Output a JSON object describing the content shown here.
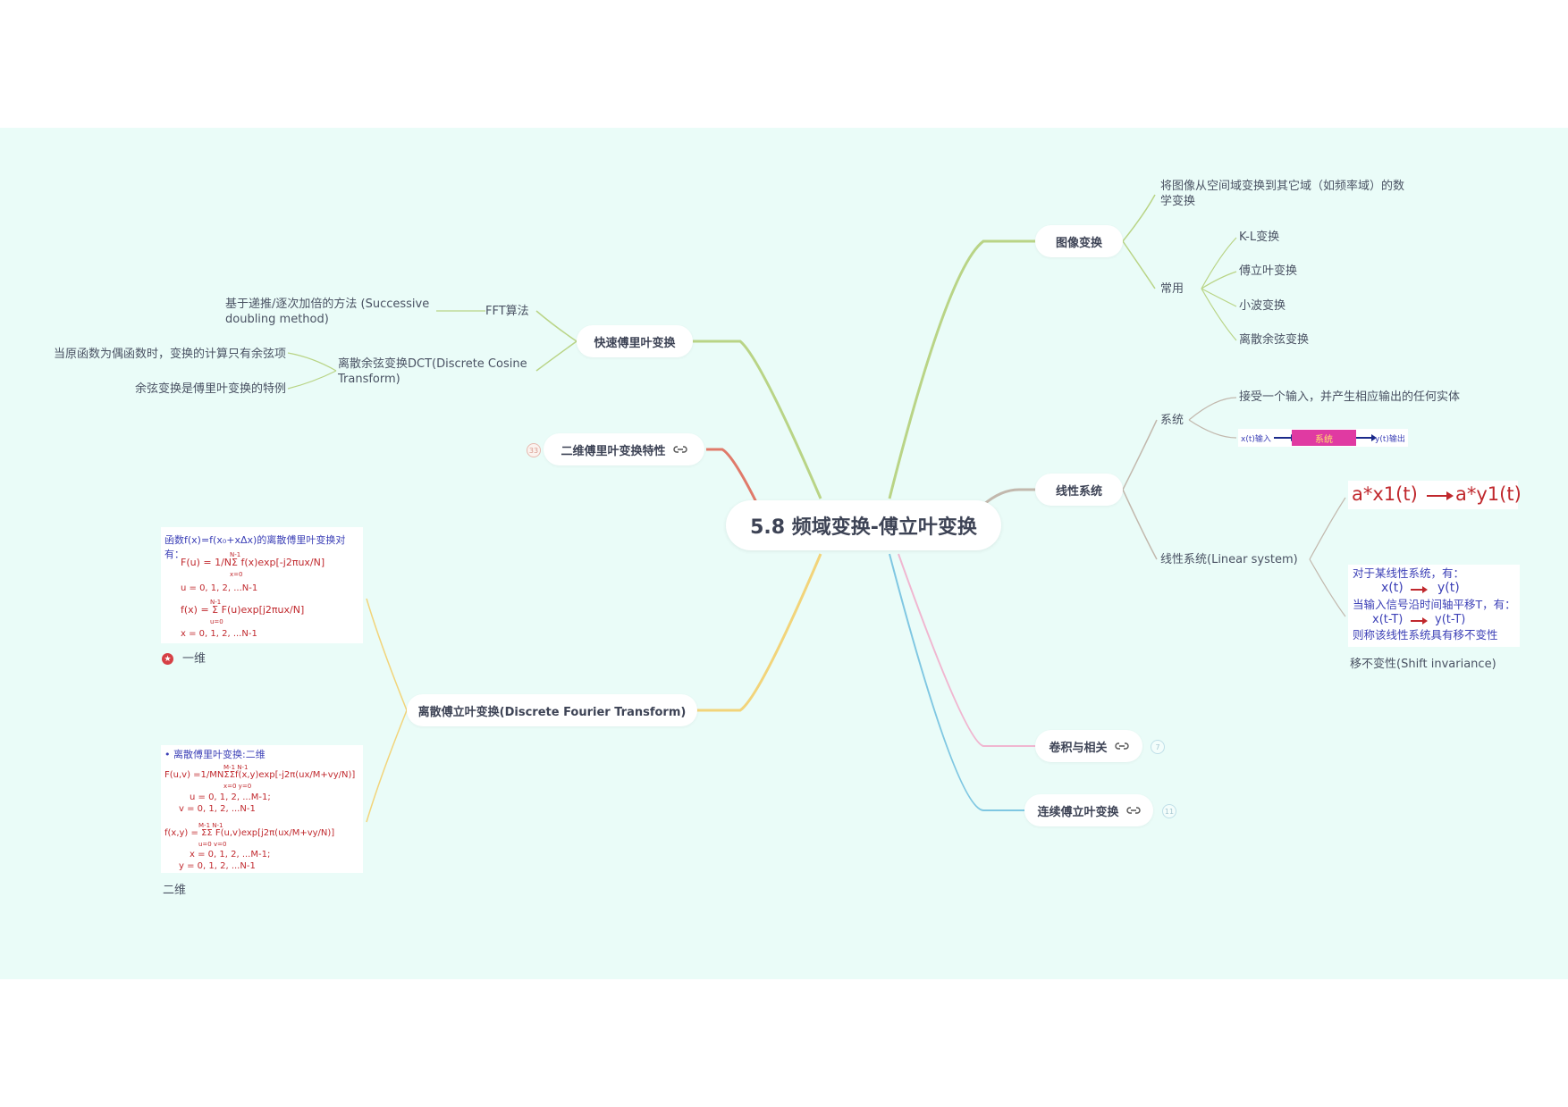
{
  "central": "5.8 频域变换-傅立叶变换",
  "image_transform": {
    "label": "图像变换",
    "desc": "将图像从空间域变换到其它域（如频率域）的数学变换",
    "common": "常用",
    "items": [
      "K-L变换",
      "傅立叶变换",
      "小波变换",
      "离散余弦变换"
    ]
  },
  "linear_system": {
    "label": "线性系统",
    "system": "系统",
    "system_desc": "接受一个输入，并产生相应输出的任何实体",
    "diagram": {
      "input": "x(t)输入",
      "box": "系统",
      "output": "y(t)输出"
    },
    "linear": "线性系统(Linear system)",
    "scaling": {
      "left": "a*x1(t)",
      "right": "a*y1(t)"
    },
    "shift_box": {
      "line1": "对于某线性系统，有：",
      "xt": "x(t)",
      "yt": "y(t)",
      "line2": "当输入信号沿时间轴平移T，有：",
      "xtT": "x(t-T)",
      "ytT": "y(t-T)",
      "line3": "则称该线性系统具有移不变性"
    },
    "shift_label": "移不变性(Shift invariance)"
  },
  "convolution": {
    "label": "卷积与相关",
    "count": "7"
  },
  "continuous_ft": {
    "label": "连续傅立叶变换",
    "count": "11"
  },
  "fast_ft": {
    "label": "快速傅里叶变换",
    "fft": "FFT算法",
    "fft_desc": "基于递推/逐次加倍的方法 (Successive doubling method)",
    "dct": "离散余弦变换DCT(Discrete Cosine Transform)",
    "dct_items": [
      "当原函数为偶函数时，变换的计算只有余弦项",
      "余弦变换是傅里叶变换的特例"
    ]
  },
  "ft2d_props": {
    "label": "二维傅里叶变换特性",
    "count": "33"
  },
  "dft": {
    "label": "离散傅立叶变换(Discrete Fourier Transform)",
    "one_d": {
      "title": "函数f(x)=f(x₀+xΔx)的离散傅里叶变换对有：",
      "eq1": "F(u) = 1/NΣ f(x)exp[-j2πux/N]",
      "eq1_top": "N-1",
      "eq1_bot": "x=0",
      "range1": "u = 0, 1, 2, ...N-1",
      "eq2": "f(x) = Σ F(u)exp[j2πux/N]",
      "eq2_top": "N-1",
      "eq2_bot": "u=0",
      "range2": "x = 0, 1, 2, ...N-1",
      "caption": "一维"
    },
    "two_d": {
      "title": "• 离散傅里叶变换:二维",
      "eq1": "F(u,v) =1/MNΣΣf(x,y)exp[-j2π(ux/M+vy/N)]",
      "eq1_top": "M-1 N-1",
      "eq1_bot": "x=0 y=0",
      "range1a": "u = 0, 1, 2, ...M-1;",
      "range1b": "v = 0, 1, 2, ...N-1",
      "eq2": "f(x,y) = ΣΣ F(u,v)exp[j2π(ux/M+vy/N)]",
      "eq2_top": "M-1 N-1",
      "eq2_bot": "u=0 v=0",
      "range2a": "x = 0, 1, 2, ...M-1;",
      "range2b": "y = 0, 1, 2, ...N-1",
      "caption": "二维"
    }
  },
  "colors": {
    "image_transform": "#b9d486",
    "linear_system": "#c2b8ad",
    "convolution": "#f0b6d0",
    "continuous_ft": "#7fc7e2",
    "fast_ft": "#b9d486",
    "ft2d_props": "#e07a6a",
    "dft": "#f2d47a"
  }
}
